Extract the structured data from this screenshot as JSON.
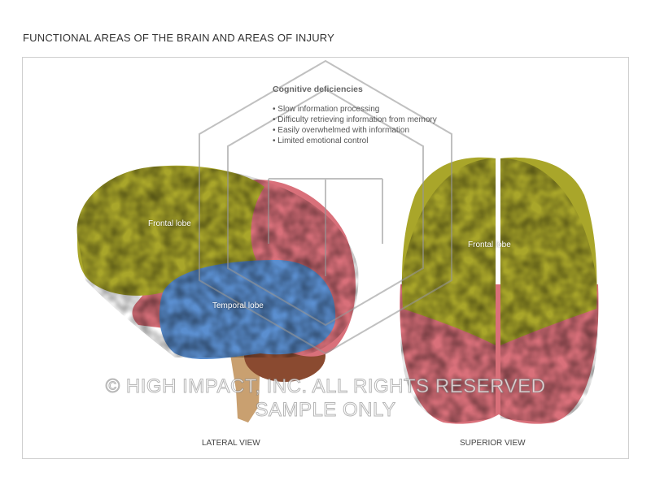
{
  "title": "FUNCTIONAL AREAS OF THE BRAIN AND AREAS OF INJURY",
  "info_box": {
    "heading": "Cognitive deficiencies",
    "items": [
      "Slow information processing",
      "Difficulty retrieving information from memory",
      "Easily overwhelmed with information",
      "Limited emotional control"
    ]
  },
  "lateral": {
    "frontal_label": "Frontal lobe",
    "temporal_label": "Temporal lobe",
    "view_label": "LATERAL VIEW"
  },
  "superior": {
    "frontal_label": "Frontal lobe",
    "view_label": "SUPERIOR VIEW"
  },
  "watermark": {
    "line1": "© HIGH IMPACT, INC. ALL RIGHTS RESERVED",
    "line2": "SAMPLE ONLY"
  },
  "colors": {
    "frontal": "#a9a62a",
    "other_lobes": "#d9707a",
    "temporal": "#5b8fd0",
    "cerebellum": "#8a4a30",
    "brainstem": "#c9a070"
  }
}
